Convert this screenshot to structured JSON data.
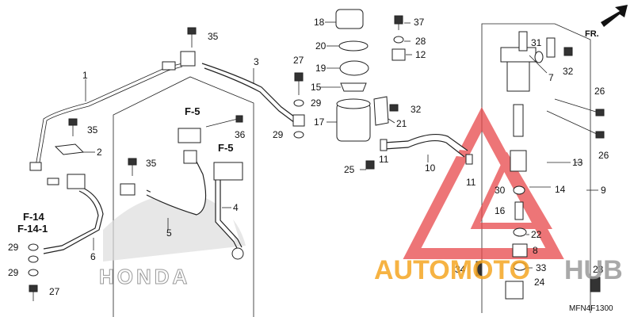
{
  "diagram": {
    "direction_label": "FR.",
    "diagram_code": "MFN4F1300",
    "brand_text": "HONDA",
    "reference_labels": [
      {
        "id": "ref-f5-a",
        "text": "F-5"
      },
      {
        "id": "ref-f5-b",
        "text": "F-5"
      },
      {
        "id": "ref-f14",
        "text": "F-14"
      },
      {
        "id": "ref-f14-1",
        "text": "F-14-1"
      }
    ],
    "callouts": [
      "1",
      "2",
      "3",
      "4",
      "5",
      "6",
      "7",
      "8",
      "9",
      "10",
      "11",
      "11",
      "12",
      "13",
      "14",
      "15",
      "16",
      "17",
      "18",
      "19",
      "20",
      "21",
      "22",
      "23",
      "24",
      "25",
      "26",
      "26",
      "27",
      "27",
      "28",
      "29",
      "29",
      "29",
      "29",
      "30",
      "31",
      "32",
      "32",
      "33",
      "34",
      "35",
      "35",
      "35",
      "36",
      "37"
    ]
  },
  "watermark": {
    "text_orange": "AUTOMOTO",
    "text_gray": "HUB",
    "color_orange": "#f5a623",
    "color_gray": "#9b9b9b",
    "color_red": "#e8484a"
  }
}
